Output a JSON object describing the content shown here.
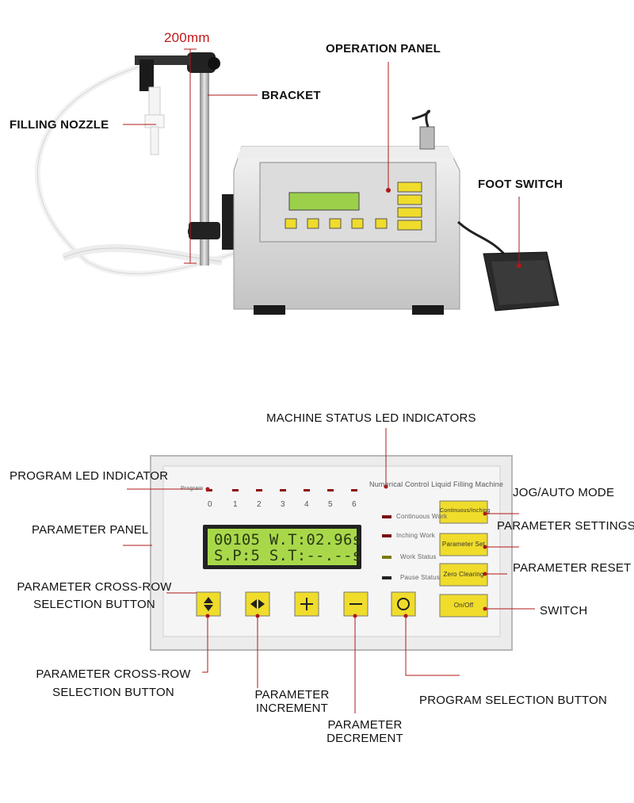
{
  "top": {
    "dimension": "200mm",
    "labels": {
      "operation_panel": "OPERATION PANEL",
      "bracket": "BRACKET",
      "filling_nozzle": "FILLING NOZZLE",
      "foot_switch": "FOOT SWITCH"
    }
  },
  "panel": {
    "title": "Numerical Control Liquid Filling Machine",
    "program_label": "Program",
    "program_numbers": [
      "0",
      "1",
      "2",
      "3",
      "4",
      "5",
      "6"
    ],
    "status_leds": [
      "Continuous Work",
      "Inching Work",
      "Work Status",
      "Pause Status"
    ],
    "lcd": {
      "line1": "00105 W.T:02.96s",
      "line2": "S.P:5 S.T:--.--s"
    },
    "buttons": {
      "continuous": "Continuous/Inching",
      "parameter_set": "Parameter Set",
      "zero_clearing": "Zero Clearing",
      "on_off": "On/Off"
    }
  },
  "bottom": {
    "labels": {
      "machine_status_led": "MACHINE STATUS LED INDICATORS",
      "program_led": "PROGRAM LED INDICATOR",
      "parameter_panel": "PARAMETER PANEL",
      "cross_row_1a": "PARAMETER CROSS-ROW",
      "cross_row_1b": "SELECTION BUTTON",
      "cross_row_2a": "PARAMETER CROSS-ROW",
      "cross_row_2b": "SELECTION BUTTON",
      "increment_a": "PARAMETER",
      "increment_b": "INCREMENT",
      "decrement_a": "PARAMETER",
      "decrement_b": "DECREMENT",
      "program_selection": "PROGRAM SELECTION BUTTON",
      "jog_auto": "JOG/AUTO MODE",
      "parameter_settings": "PARAMETER SETTINGS",
      "parameter_reset": "PARAMETER RESET",
      "switch": "SWITCH"
    }
  },
  "colors": {
    "leader": "#b01818",
    "lcd_bg": "#a8d84a",
    "button_yellow": "#f0dc2a",
    "panel_silver": "#e6e6e6"
  }
}
